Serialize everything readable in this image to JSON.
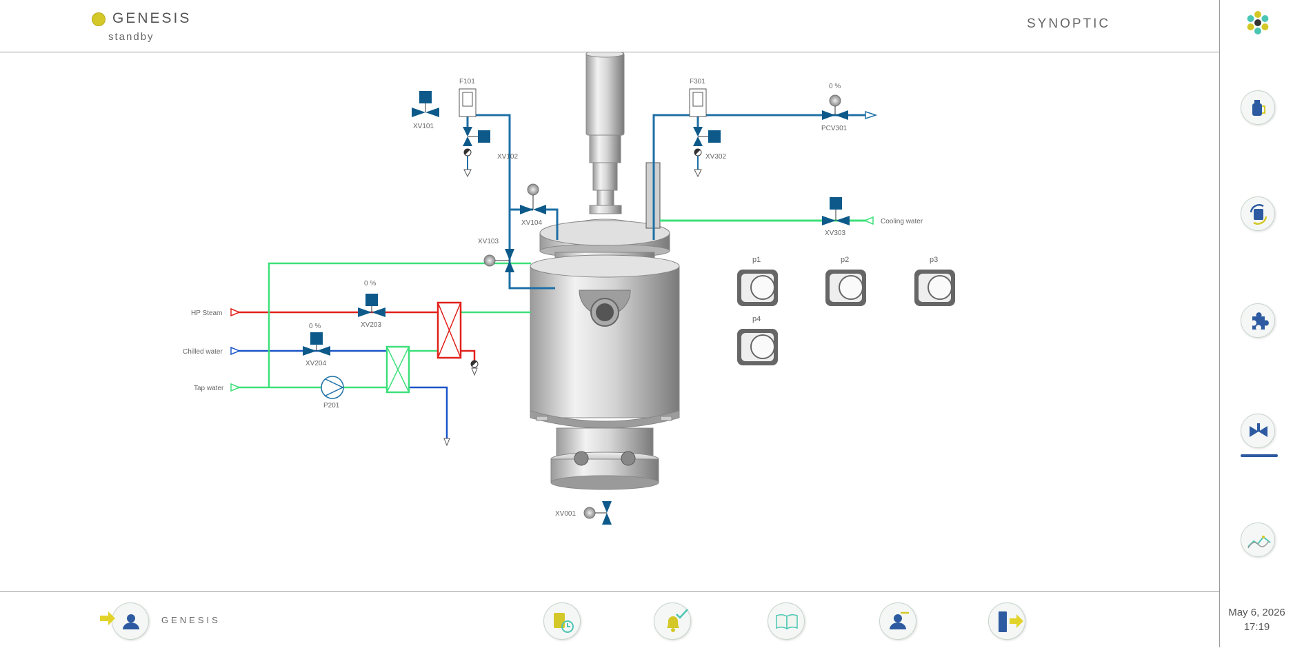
{
  "header": {
    "app_name": "GENESIS",
    "status": "standby",
    "page_title": "SYNOPTIC"
  },
  "footer": {
    "user_label": "GENESIS",
    "buttons": [
      "login-button",
      "recipes-history-button",
      "alarms-button",
      "documentation-button",
      "user-key-button",
      "logout-button"
    ]
  },
  "datetime": {
    "date": "May 6, 2026",
    "time": "17:19"
  },
  "side_menu": {
    "items": [
      "recipe-button",
      "process-button",
      "modules-button",
      "synoptic-button",
      "trends-button"
    ],
    "active": "synoptic-button"
  },
  "diagram": {
    "filters": {
      "f101": "F101",
      "f301": "F301"
    },
    "valves": {
      "xv101": "XV101",
      "xv102": "XV102",
      "xv103": "XV103",
      "xv104": "XV104",
      "xv302": "XV302",
      "xv303": "XV303",
      "pcv301": "PCV301",
      "xv203": "XV203",
      "xv204": "XV204",
      "xv001": "XV001"
    },
    "pump": "P201",
    "openings": {
      "pcv301": "0 %",
      "xv203": "0 %",
      "xv204": "0 %"
    },
    "utilities": {
      "hp_steam": "HP Steam",
      "chilled_water": "Chilled water",
      "tap_water": "Tap water",
      "cooling_water": "Cooling water"
    },
    "pumps": {
      "p1": "p1",
      "p2": "p2",
      "p3": "p3",
      "p4": "p4"
    }
  },
  "colors": {
    "process_line": "#1c6fa6",
    "steam_line": "#e0201a",
    "water_line": "#3de07a",
    "chilled_line": "#1a55c8",
    "valve_blue": "#0d5a8a",
    "brand_yellow": "#d4c828"
  }
}
